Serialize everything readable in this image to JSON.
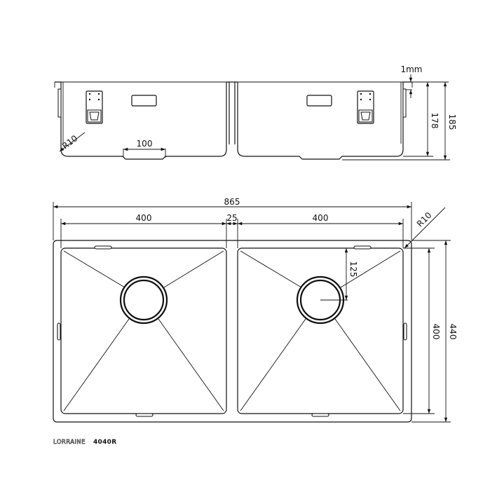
{
  "side_view": {
    "thickness_label": "1mm",
    "inner_depth_label": "178",
    "outer_depth_label": "185",
    "radius_label": "R10",
    "drain_width_label": "100"
  },
  "top_view": {
    "overall_width_label": "865",
    "left_bowl_width_label": "400",
    "divider_label": "25",
    "right_bowl_width_label": "400",
    "radius_label": "R10",
    "drain_offset_label": "125",
    "bowl_depth_label": "400",
    "overall_depth_label": "440"
  },
  "branding": {
    "series_name": "LORRAINE",
    "model_number": "4040R"
  }
}
